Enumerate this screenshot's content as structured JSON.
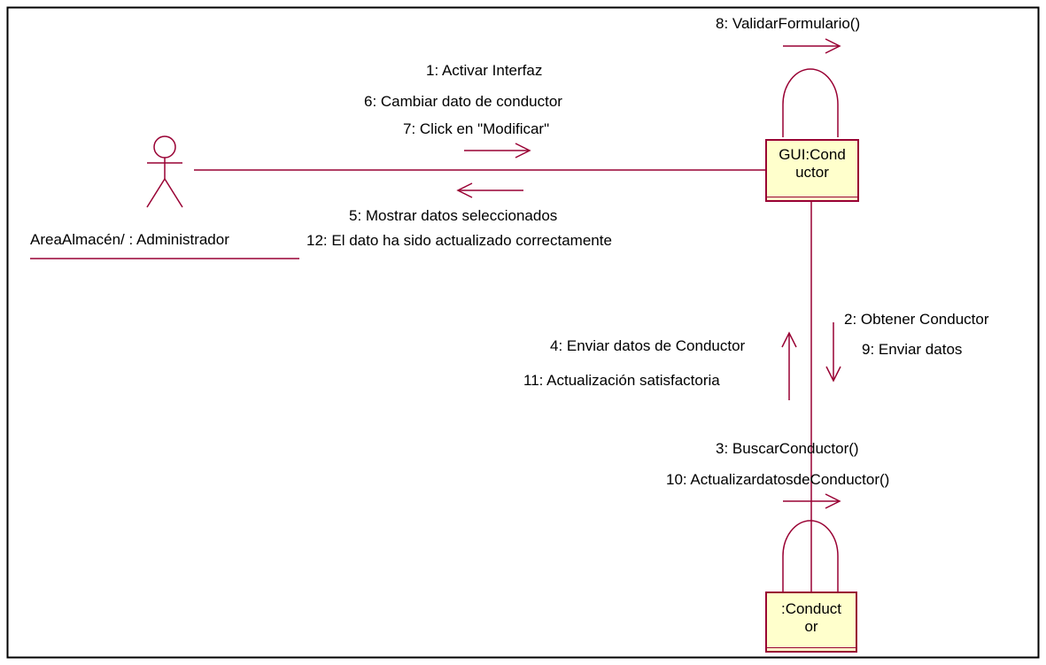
{
  "colors": {
    "line": "#990033",
    "object_fill": "#ffffcc",
    "frame": "#000000",
    "background": "#ffffff"
  },
  "actor": {
    "name": "AreaAlmacén/ : Administrador"
  },
  "objects": {
    "gui": {
      "line1": "GUI:Cond",
      "line2": "uctor"
    },
    "conductor": {
      "line1": ":Conduct",
      "line2": "or"
    }
  },
  "messages": {
    "validar": "8: ValidarFormulario()",
    "activar": "1: Activar Interfaz",
    "cambiar": "6: Cambiar dato de conductor",
    "click": "7: Click en \"Modificar\"",
    "mostrar": "5: Mostrar datos seleccionados",
    "actualizado": "12: El dato ha sido actualizado correctamente",
    "obtener": "2: Obtener Conductor",
    "enviar": "9: Enviar datos",
    "enviar_datos_conductor": "4: Enviar datos de Conductor",
    "actualizacion_satisfactoria": "11: Actualización satisfactoria",
    "buscar": "3: BuscarConductor()",
    "actualizar": "10: ActualizardatosdeConductor()"
  }
}
